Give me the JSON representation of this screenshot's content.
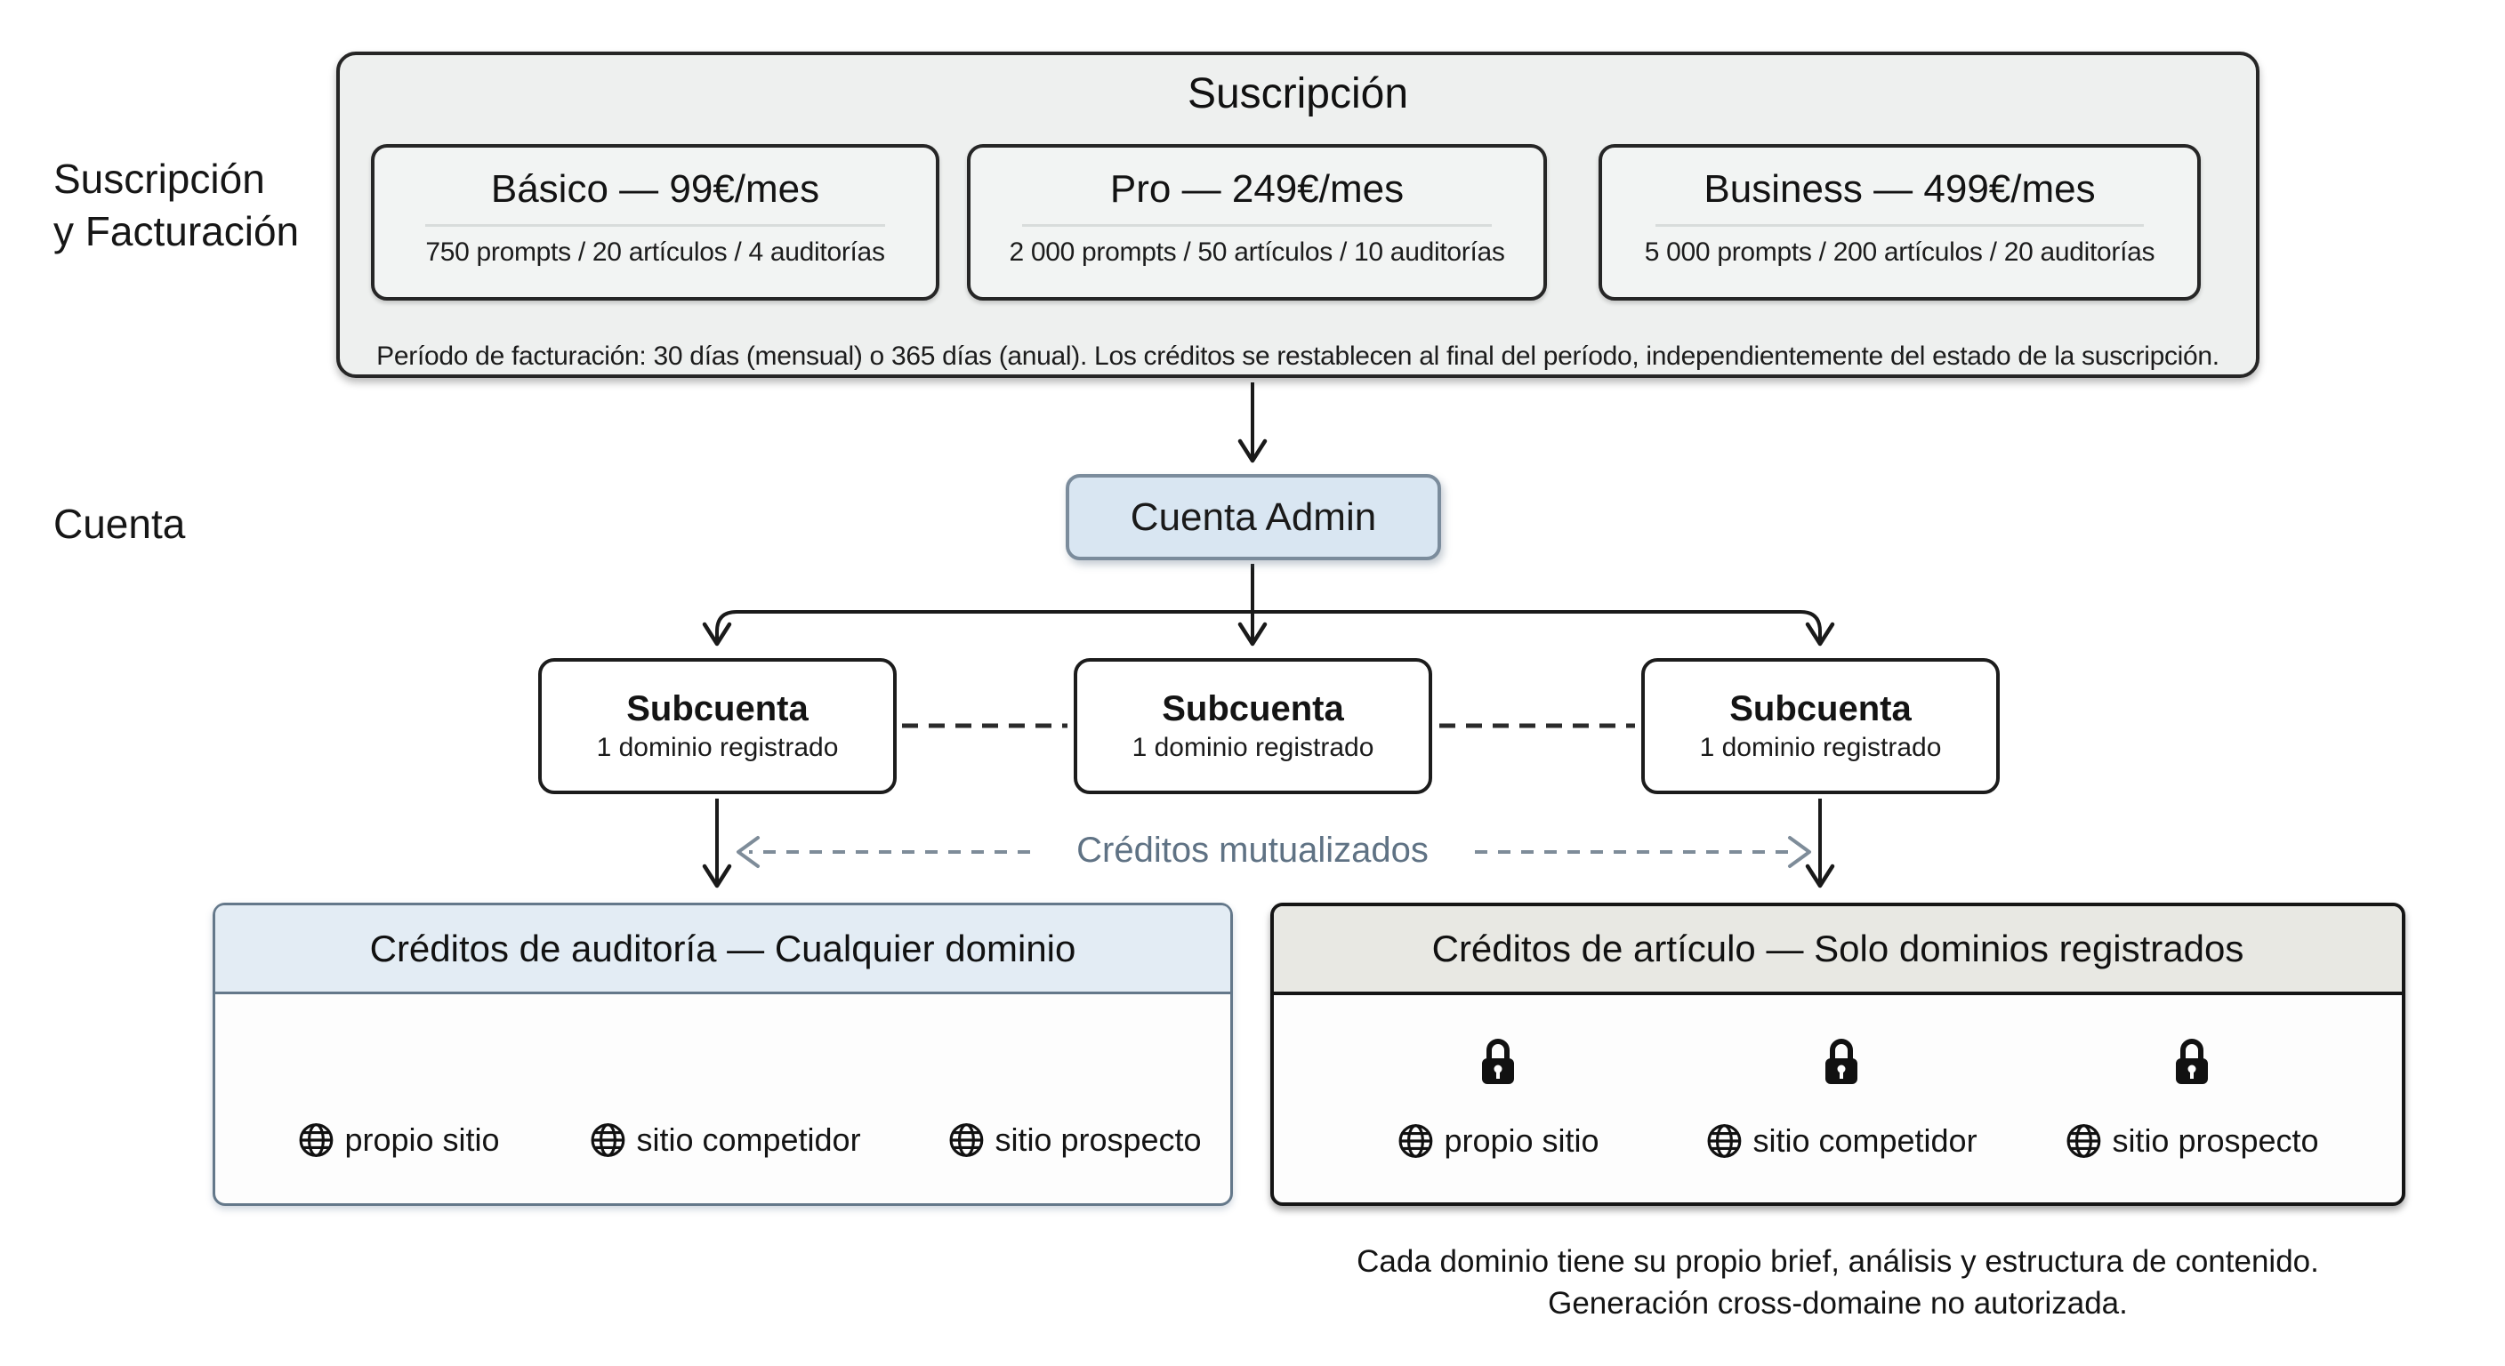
{
  "side_labels": {
    "subscription_line1": "Suscripción",
    "subscription_line2": "y Facturación",
    "account": "Cuenta"
  },
  "subscription": {
    "title": "Suscripción",
    "plans": [
      {
        "name_price": "Básico — 99€/mes",
        "quota": "750 prompts / 20 artículos / 4 auditorías"
      },
      {
        "name_price": "Pro — 249€/mes",
        "quota": "2 000 prompts / 50 artículos / 10 auditorías"
      },
      {
        "name_price": "Business — 499€/mes",
        "quota": "5 000 prompts / 200 artículos / 20 auditorías"
      }
    ],
    "billing_note": "Período de facturación: 30 días (mensual) o 365 días (anual). Los créditos se restablecen al final del período, independientemente del estado de la suscripción."
  },
  "account": {
    "admin_label": "Cuenta Admin",
    "subaccounts": [
      {
        "title": "Subcuenta",
        "subtitle": "1 dominio registrado"
      },
      {
        "title": "Subcuenta",
        "subtitle": "1 dominio registrado"
      },
      {
        "title": "Subcuenta",
        "subtitle": "1 dominio registrado"
      }
    ],
    "shared_credits_label": "Créditos mutualizados"
  },
  "audit_credits": {
    "title": "Créditos de auditoría — Cualquier dominio",
    "targets": [
      "propio sitio",
      "sitio competidor",
      "sitio prospecto"
    ]
  },
  "article_credits": {
    "title": "Créditos de artículo — Solo dominios registrados",
    "targets": [
      "propio sitio",
      "sitio competidor",
      "sitio prospecto"
    ],
    "note_line1": "Cada dominio tiene su propio brief, análisis y estructura de contenido.",
    "note_line2": "Generación cross-domaine no autorizada."
  },
  "colors": {
    "panel_gray": "#eef0ef",
    "plan_fill": "#f2f4f3",
    "admin_blue": "#d9e6f2",
    "slate_border": "#7b8c9c",
    "audit_header_blue": "#e3ecf4",
    "audit_border": "#64788a",
    "article_header_gray": "#e8e8e3",
    "shared_credits_text": "#5f7284",
    "line_dark": "#1a1a1a"
  }
}
